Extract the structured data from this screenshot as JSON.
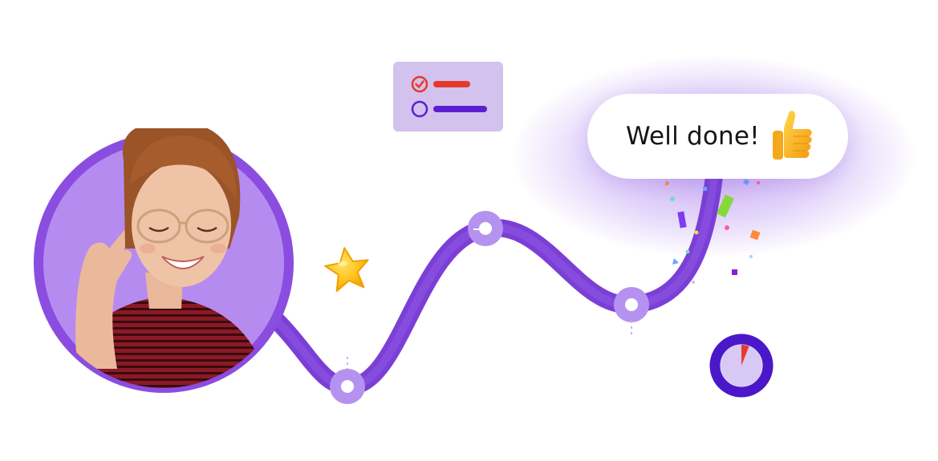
{
  "message": {
    "text": "Well done!",
    "emoji_icon": "thumbs-up-icon"
  },
  "colors": {
    "primary_purple": "#8a4de0",
    "path_purple": "#7b3fd6",
    "node_fill": "#b592f0",
    "card_lavender": "#d3c1ee",
    "accent_red": "#e53a2b",
    "dark_indigo": "#4a18c9",
    "star_yellow": "#ffc21a"
  },
  "checklist": {
    "items": [
      {
        "state": "checked",
        "color": "#e53a2b"
      },
      {
        "state": "unchecked",
        "color": "#5b1fd0"
      }
    ]
  },
  "progress_ring": {
    "progress": 0.06
  },
  "milestones": {
    "count": 3
  }
}
